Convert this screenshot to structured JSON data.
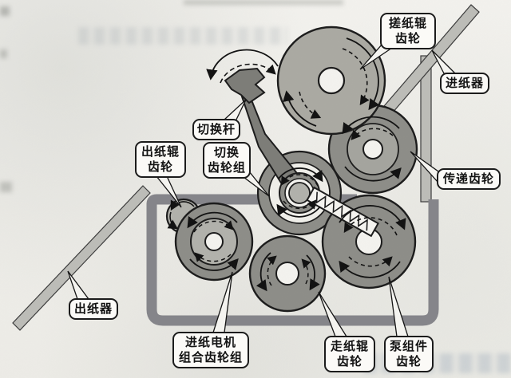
{
  "figure": {
    "title": "printer paper-feed gear mechanism diagram",
    "labels": {
      "pickup_roller_gear": "搓纸辊\n齿轮",
      "paper_feeder": "进纸器",
      "switch_lever": "切换杆",
      "switch_gear_group": "切换\n齿轮组",
      "output_roller_gear": "出纸辊\n齿轮",
      "transfer_gear": "传递齿轮",
      "output_tray": "出纸器",
      "feed_motor_gear_group": "进纸电机\n组合齿轮组",
      "paper_feed_roller_gear": "走纸辊\n齿轮",
      "pump_assembly_gear": "泵组件\n齿轮"
    },
    "colors": {
      "paper": "#f0efea",
      "gear_dark": "#8e8e88",
      "gear_mid": "#a0a09a",
      "gear_light": "#b2b2ac",
      "gear_pale": "#abab a4",
      "frame": "#85858a",
      "tray": "#bdbdb8",
      "ink": "#1a1a1a"
    }
  }
}
